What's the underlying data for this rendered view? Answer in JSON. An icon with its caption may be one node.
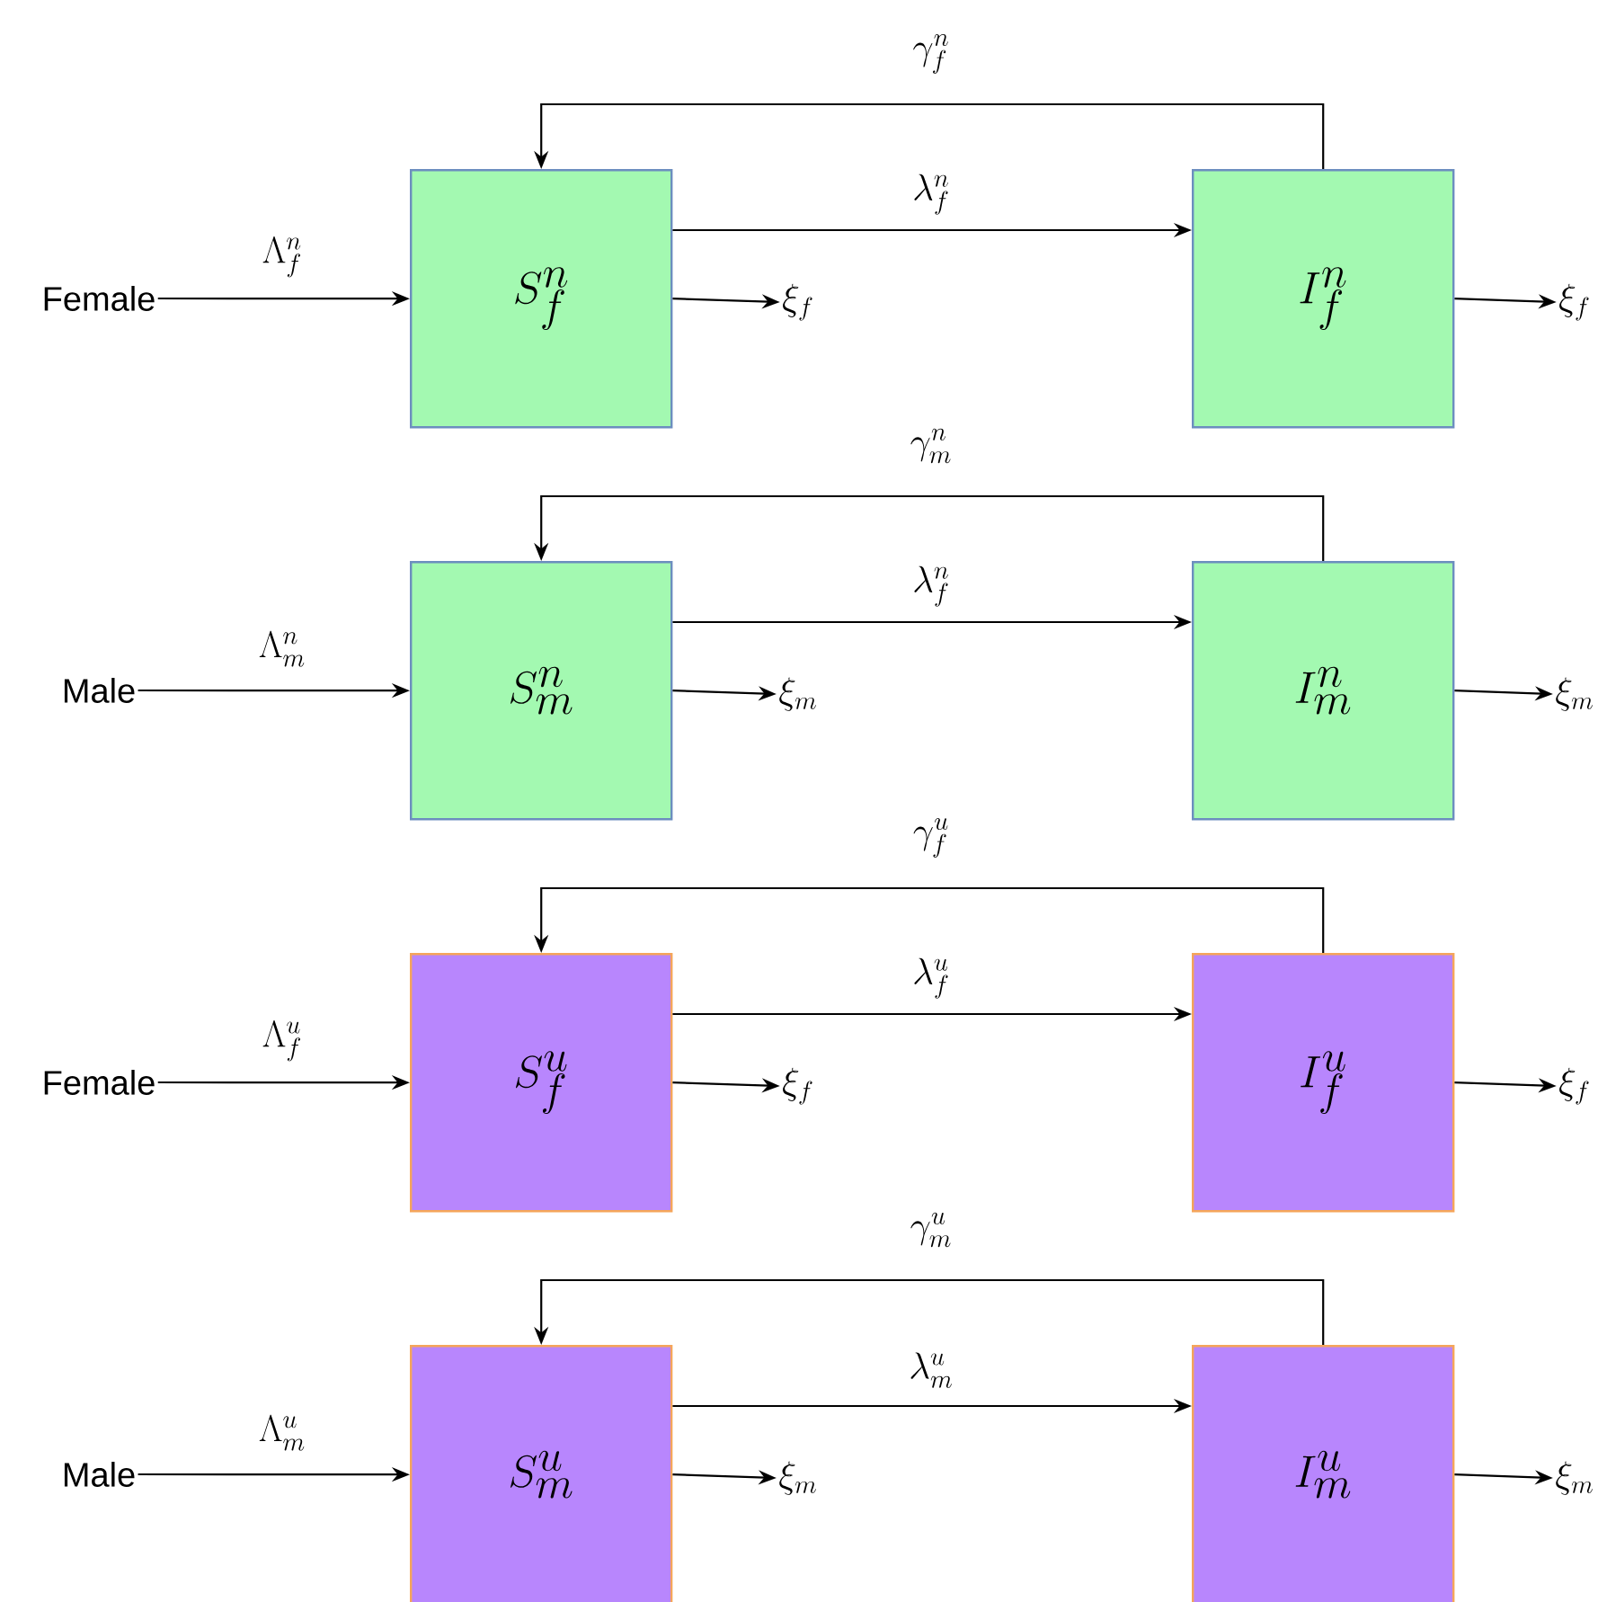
{
  "diagram": {
    "nodes": [
      {
        "text": [
          "Female"
        ]
      },
      {
        "text": [
          "S^{n}_{f}"
        ]
      },
      {
        "text": [
          "I^{n}_{f}"
        ]
      },
      {
        "text": [
          "\\xi_{f}"
        ]
      },
      {
        "text": [
          "\\xi_{f}"
        ]
      },
      {
        "text": [
          "Male"
        ]
      },
      {
        "text": [
          "S^{n}_{m}"
        ]
      },
      {
        "text": [
          "I^{n}_{m}"
        ]
      },
      {
        "text": [
          "\\xi_{m}"
        ]
      },
      {
        "text": [
          "\\xi_{m}"
        ]
      },
      {
        "text": [
          "Female"
        ]
      },
      {
        "text": [
          "S^{u}_{f}"
        ]
      },
      {
        "text": [
          "I^{u}_{f}"
        ]
      },
      {
        "text": [
          "\\xi_{f}"
        ]
      },
      {
        "text": [
          "\\xi_{f}"
        ]
      },
      {
        "text": [
          "Male"
        ]
      },
      {
        "text": [
          "S^{u}_{m}"
        ]
      },
      {
        "text": [
          "I^{u}_{m}"
        ]
      },
      {
        "text": [
          "\\xi_{m}"
        ]
      },
      {
        "text": [
          "\\xi_{m}"
        ]
      }
    ],
    "edges": [
      {
        "from": 0,
        "to": 1,
        "arrow": "to",
        "label": "\\Lambda^{n}_{f}"
      },
      {
        "from": 1,
        "to": 2,
        "arrow": "to",
        "label": "\\lambda^{n}_{f}"
      },
      {
        "from": 2,
        "to": 1,
        "arrow": "to",
        "label": "\\gamma^{n}_{f}"
      },
      {
        "from": 1,
        "to": 3,
        "arrow": "to"
      },
      {
        "from": 2,
        "to": 4,
        "arrow": "to"
      },
      {
        "from": 5,
        "to": 6,
        "arrow": "to",
        "label": "\\Lambda^{n}_{m}"
      },
      {
        "from": 6,
        "to": 7,
        "arrow": "to",
        "label": "\\lambda^{n}_{f}"
      },
      {
        "from": 7,
        "to": 6,
        "arrow": "to",
        "label": "\\gamma^{n}_{m}"
      },
      {
        "from": 6,
        "to": 8,
        "arrow": "to"
      },
      {
        "from": 7,
        "to": 9,
        "arrow": "to"
      },
      {
        "from": 10,
        "to": 11,
        "arrow": "to",
        "label": "\\Lambda^{u}_{f}"
      },
      {
        "from": 11,
        "to": 12,
        "arrow": "to",
        "label": "\\lambda^{u}_{f}"
      },
      {
        "from": 12,
        "to": 11,
        "arrow": "to",
        "label": "\\gamma^{u}_{f}"
      },
      {
        "from": 11,
        "to": 13,
        "arrow": "to"
      },
      {
        "from": 12,
        "to": 14,
        "arrow": "to"
      },
      {
        "from": 15,
        "to": 16,
        "arrow": "to",
        "label": "\\Lambda^{u}_{m}"
      },
      {
        "from": 16,
        "to": 17,
        "arrow": "to",
        "label": "\\lambda^{u}_{m}"
      },
      {
        "from": 17,
        "to": 16,
        "arrow": "to",
        "label": "\\gamma^{u}_{m}"
      },
      {
        "from": 16,
        "to": 18,
        "arrow": "to"
      },
      {
        "from": 17,
        "to": 19,
        "arrow": "to"
      }
    ]
  }
}
